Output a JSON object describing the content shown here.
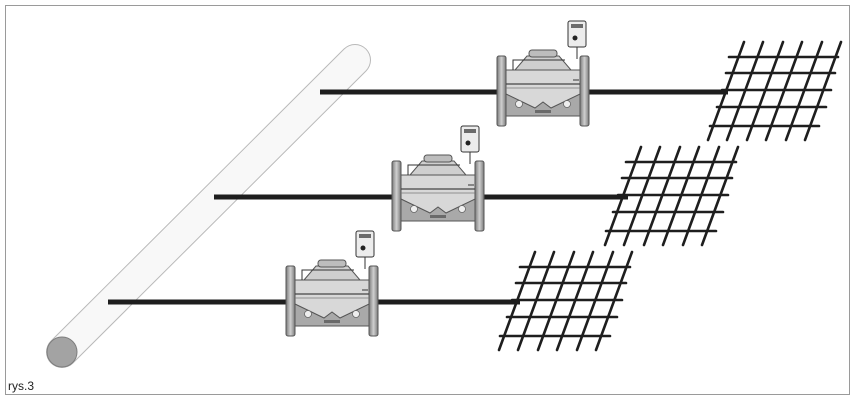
{
  "figure": {
    "caption": "rys.3",
    "components": {
      "main_pipe": "main-supply-pipe",
      "laterals": [
        "lateral-pipe-1",
        "lateral-pipe-2",
        "lateral-pipe-3"
      ],
      "valves": [
        "control-valve-1",
        "control-valve-2",
        "control-valve-3"
      ],
      "controllers": [
        "solenoid-controller-1",
        "solenoid-controller-2",
        "solenoid-controller-3"
      ],
      "grids": [
        "irrigation-grid-1",
        "irrigation-grid-2",
        "irrigation-grid-3"
      ]
    },
    "colors": {
      "pipe": "#1e1e1e",
      "main_pipe_outline": "#b8b8b8",
      "main_pipe_end": "#9a9a9a",
      "valve_body": "#d6d6d6",
      "valve_dark": "#8f8f8f",
      "frame": "#9a9a9a"
    }
  }
}
